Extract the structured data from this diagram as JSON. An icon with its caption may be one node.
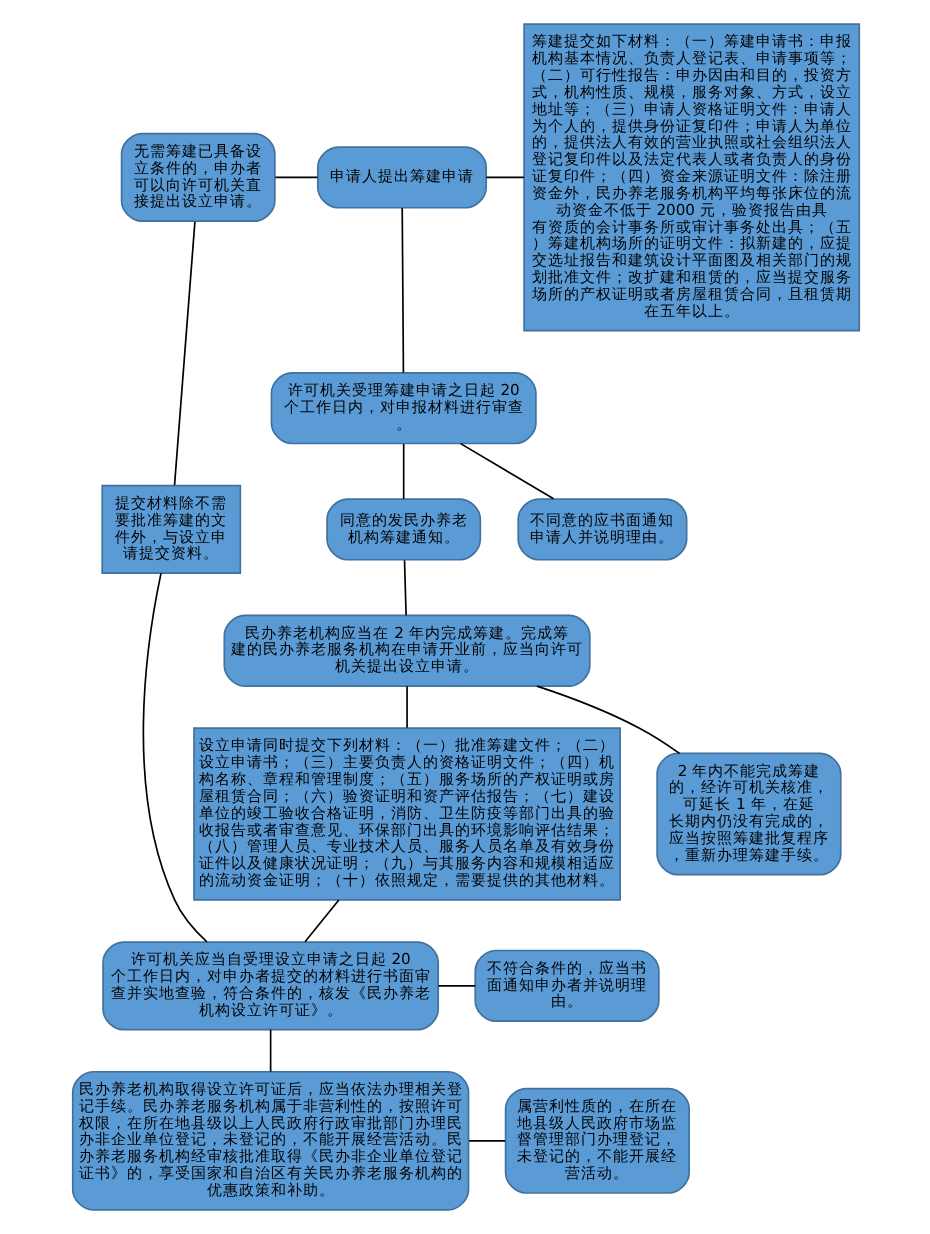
{
  "diagram": {
    "nodes": [
      {
        "text": [
          "无需筹建已具备设立条件的，申办者可以向许可机关直接提出设立申请。"
        ]
      },
      {
        "text": [
          "申请人提出筹建申请"
        ]
      },
      {
        "text": [
          "筹建提交如下材料：（一）筹建申请书：申报机构基本情况、负责人登记表、申请事项等；（二）可行性报告：申办因由和目的，投资方式，机构性质、规模，服务对象、方式，设立地址等；（三）申请人资格证明文件：申请人为个人的，提供身份证复印件；申请人为单位的，提供法人有效的营业执照或社会组织法人登记复印件以及法定代表人或者负责人的身份证复印件；（四）资金来源证明文件：除注册资金外，民办养老服务机构平均每张床位的流动资金不低于 2000 元，验资报告由具有资质的会计事务所或审计事务处出具；（五）筹建机构场所的证明文件：拟新建的，应提交选址报告和建筑设计平面图及相关部门的规划批准文件；改扩建和租赁的，应当提交服务场所的产权证明或者房屋租赁合同，且租赁期在五年以上。"
        ]
      },
      {
        "text": [
          "许可机关受理筹建申请之日起 20 个工作日内，对申报材料进行审查。"
        ]
      },
      {
        "text": [
          "同意的发民办养老机构筹建通知。"
        ]
      },
      {
        "text": [
          "不同意的应书面通知申请人并说明理由。"
        ]
      },
      {
        "text": [
          "提交材料除不需要批准筹建的文件外，与设立申请提交资料。"
        ]
      },
      {
        "text": [
          "民办养老机构应当在 2 年内完成筹建。完成筹建的民办养老服务机构在申请开业前，应当向许可机关提出设立申请。"
        ]
      },
      {
        "text": [
          "设立申请同时提交下列材料：（一）批准筹建文件；（二）设立申请书；（三）主要负责人的资格证明文件；（四）机构名称、章程和管理制度；（五）服务场所的产权证明或房屋租赁合同；（六）验资证明和资产评估报告；（七）建设单位的竣工验收合格证明，消防、卫生防疫等部门出具的验收报告或者审查意见、环保部门出具的环境影响评估结果；（八）管理人员、专业技术人员、服务人员名单及有效身份证件以及健康状况证明；（九）与其服务内容和规模相适应的流动资金证明；（十）依照规定，需要提供的其他材料。"
        ]
      },
      {
        "text": [
          "2 年内不能完成筹建的，经许可机关核准，可延长 1 年，在延长期内仍没有完成的，应当按照筹建批复程序，重新办理筹建手续。"
        ]
      },
      {
        "text": [
          "许可机关应当自受理设立申请之日起 20 个工作日内，对申办者提交的材料进行书面审查并实地查验，符合条件的，核发《民办养老机构设立许可证》。"
        ]
      },
      {
        "text": [
          "不符合条件的，应当书面通知申办者并说明理由。"
        ]
      },
      {
        "text": [
          "民办养老机构取得设立许可证后，应当依法办理相关登记手续。民办养老服务机构属于非营利性的，按照许可权限，在所在地县级以上人民政府行政审批部门办理民办非企业单位登记，未登记的，不能开展经营活动。民办养老服务机构经审核批准取得《民办非企业单位登记证书》的，享受国家和自治区有关民办养老服务机构的优惠政策和补助。"
        ]
      },
      {
        "text": [
          "属营利性质的，在所在地县级人民政府市场监督管理部门办理登记，未登记的，不能开展经营活动。"
        ]
      }
    ],
    "edges": [
      {
        "from": 0,
        "to": 1,
        "arrow": "none"
      },
      {
        "from": 1,
        "to": 3,
        "arrow": "none"
      },
      {
        "from": 1,
        "to": 2,
        "arrow": "none"
      },
      {
        "from": 3,
        "to": 4,
        "arrow": "none"
      },
      {
        "from": 3,
        "to": 5,
        "arrow": "none"
      },
      {
        "from": 0,
        "to": 6,
        "arrow": "none"
      },
      {
        "from": 4,
        "to": 7,
        "arrow": "none"
      },
      {
        "from": 7,
        "to": 8,
        "arrow": "none"
      },
      {
        "from": 7,
        "to": 9,
        "arrow": "none"
      },
      {
        "from": 6,
        "to": 10,
        "arrow": "none"
      },
      {
        "from": 8,
        "to": 10,
        "arrow": "none"
      },
      {
        "from": 10,
        "to": 11,
        "arrow": "none"
      },
      {
        "from": 10,
        "to": 12,
        "arrow": "none"
      },
      {
        "from": 12,
        "to": 13,
        "arrow": "none"
      }
    ]
  }
}
